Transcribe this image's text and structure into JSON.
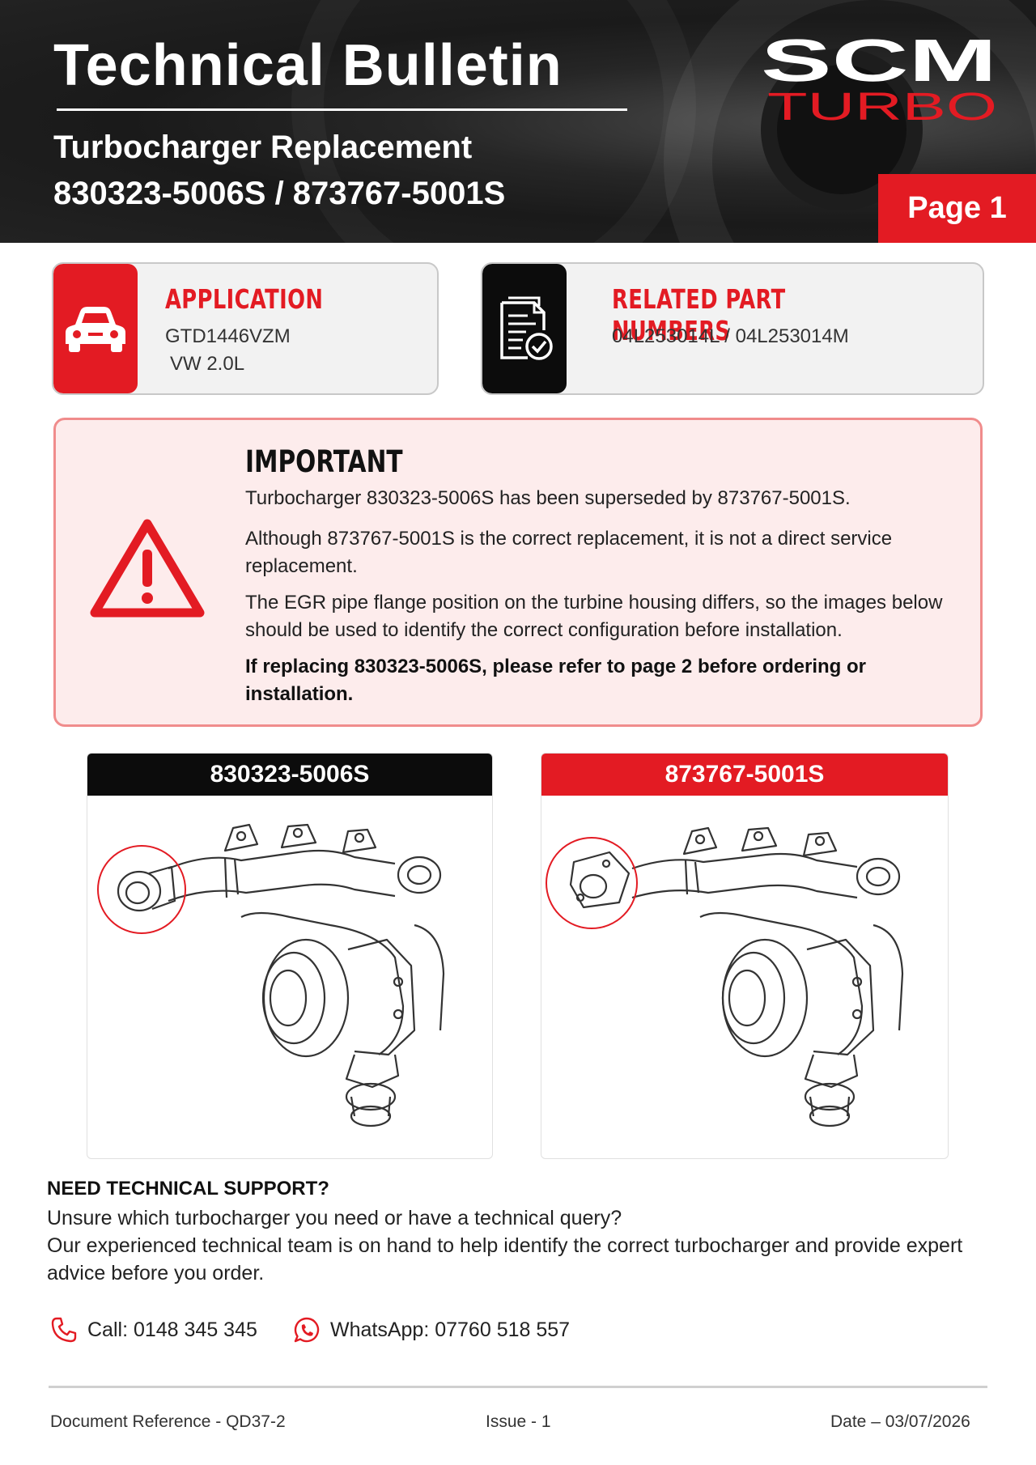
{
  "header": {
    "title": "Technical Bulletin",
    "subtitle_line1": "Turbocharger Replacement",
    "subtitle_line2": "830323-5006S / 873767-5001S",
    "page_label": "Page 1",
    "logo_top": "SCM",
    "logo_bottom": "TURBO"
  },
  "application": {
    "heading": "APPLICATION",
    "line1": "GTD1446VZM",
    "line2": "VW 2.0L",
    "icon": "car-icon"
  },
  "related": {
    "heading": "RELATED PART NUMBERS",
    "line1": "04L253014L / 04L253014M",
    "icon": "document-check-icon"
  },
  "important": {
    "heading": "IMPORTANT",
    "p1": "Turbocharger 830323-5006S has been superseded by 873767-5001S.",
    "p2": "Although 873767-5001S is the correct replacement, it is not a direct service replacement.",
    "p3": "The EGR pipe flange position on the turbine housing differs, so the images below should be used to identify the correct configuration before installation.",
    "p4": "If replacing 830323-5006S, please refer to page 2 before ordering or installation.",
    "icon": "warning-triangle-icon"
  },
  "comparison": {
    "left_label": "830323-5006S",
    "right_label": "873767-5001S"
  },
  "support": {
    "heading": "NEED TECHNICAL SUPPORT?",
    "line1": "Unsure which turbocharger you need or have a technical query?",
    "line2": "Our experienced technical team is on hand to help identify the correct turbocharger and provide expert advice before you order.",
    "call": "Call: 0148 345 345",
    "whatsapp": "WhatsApp: 07760 518 557"
  },
  "footer": {
    "reference": "Document Reference - QD37-2",
    "issue": "Issue - 1",
    "date": "Date – 03/07/2026"
  },
  "colors": {
    "brand_red": "#e31b23",
    "dark": "#1a1a1a",
    "alert_bg": "#fdecec",
    "alert_border": "#f08c8c"
  }
}
